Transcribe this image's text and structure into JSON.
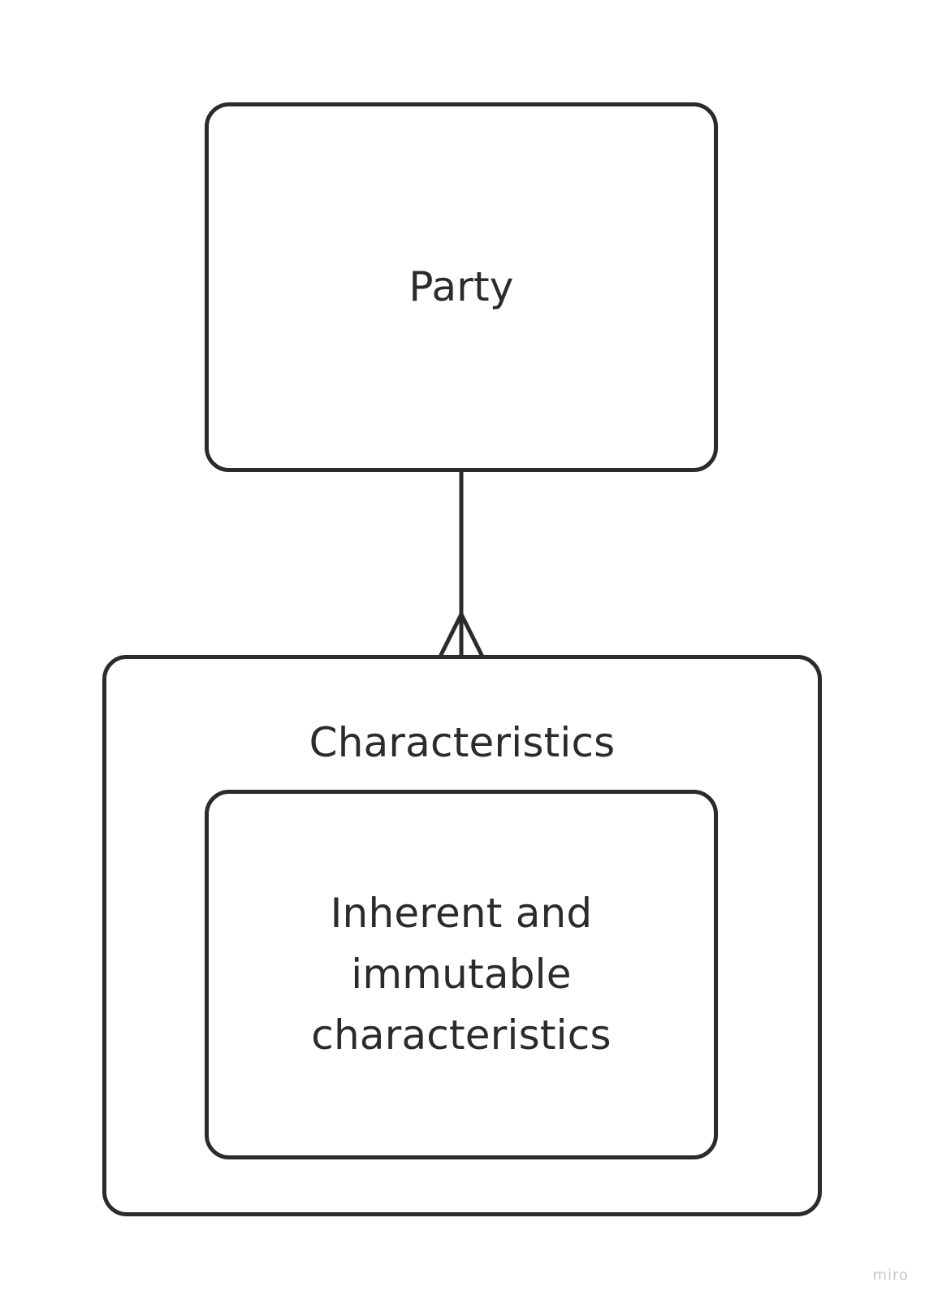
{
  "diagram": {
    "party": {
      "label": "Party"
    },
    "characteristics": {
      "label": "Characteristics",
      "inner": {
        "label": "Inherent and immutable characteristics"
      }
    },
    "relationship": {
      "from": "Party",
      "to": "Characteristics",
      "cardinality": "one-to-many"
    }
  },
  "watermark": {
    "text": "miro"
  },
  "colors": {
    "stroke": "#2b2b2b",
    "background": "#ffffff",
    "watermark": "#c8c8c8"
  }
}
